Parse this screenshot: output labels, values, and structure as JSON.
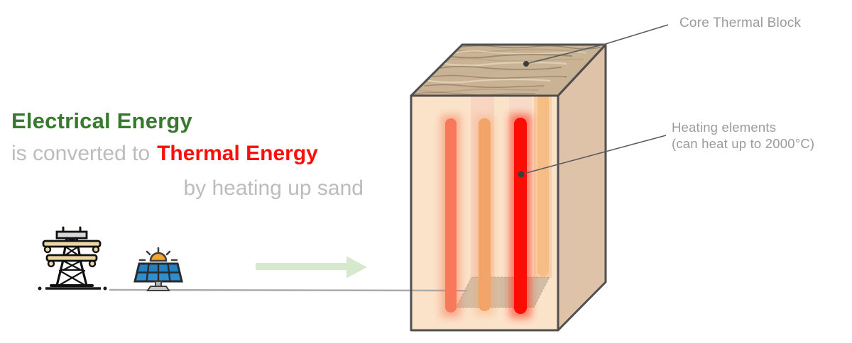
{
  "headline": {
    "line1": "Electrical Energy",
    "line2_prefix": "is converted to",
    "line2_highlight": "Thermal Energy",
    "line3": "by heating up sand"
  },
  "labels": {
    "core_block": "Core Thermal Block",
    "heating_line1": "Heating elements",
    "heating_line2": "(can heat up to 2000°C)"
  },
  "icons": {
    "tower": "transmission-tower-icon",
    "solar": "solar-panel-icon",
    "sun": "sun-icon",
    "arrow": "energy-flow-arrow"
  },
  "colors": {
    "electrical_green": "#39792f",
    "thermal_red": "#fb0f0a",
    "muted_text_gray": "#bcbcbc",
    "label_gray": "#9b9b9b",
    "outline_dark": "#4f4f4f",
    "block_front": "#fbe3ca",
    "block_side": "#dfc3a8",
    "block_top": "#cab394",
    "rod_salmon": "#f8785c",
    "rod_orange": "#f3a468",
    "rod_red": "#fb0d03",
    "rod_pale_orange": "#f6bd84",
    "arrow_green": "#d7e9cd",
    "wire_gray": "#ababab",
    "ground_black": "#1a1a1a",
    "solar_blue": "#2e8fd0",
    "sun_orange": "#f6a52a",
    "insulator_tan": "#ecd7a0"
  }
}
